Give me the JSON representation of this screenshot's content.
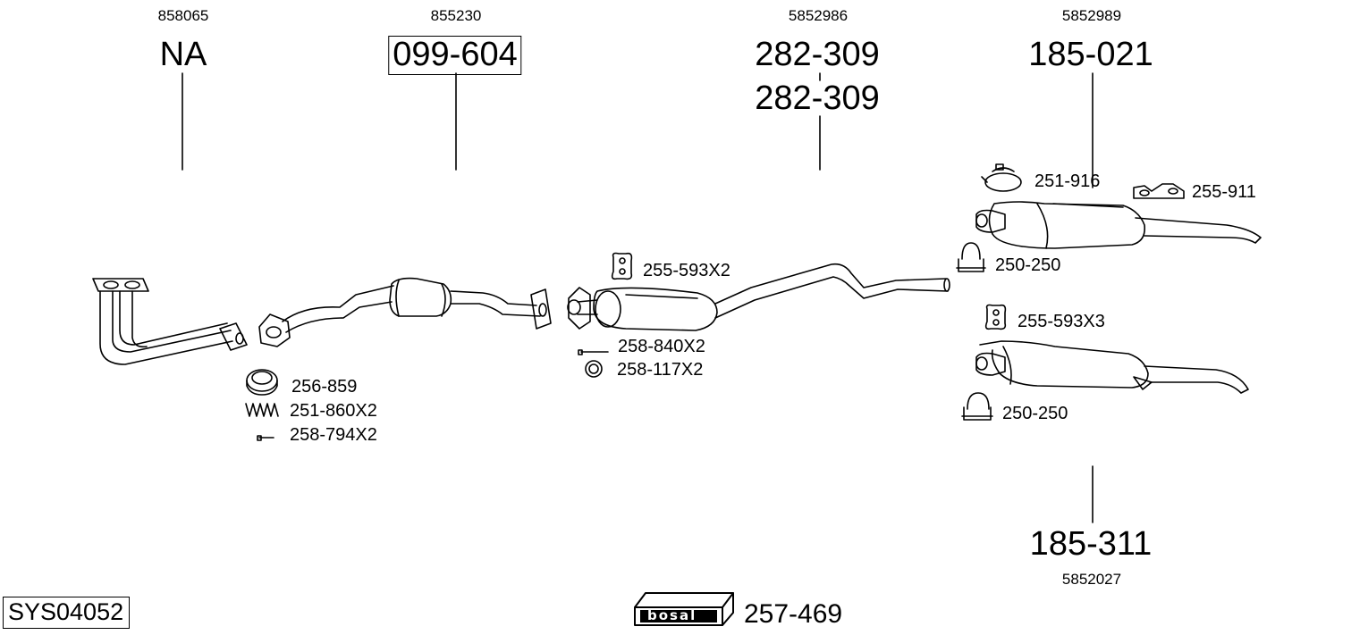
{
  "oe_numbers": {
    "downpipe": "858065",
    "catalyst": "855230",
    "middle": "5852986",
    "rear_upper": "5852989",
    "rear_lower": "5852027"
  },
  "part_numbers": {
    "downpipe": "NA",
    "catalyst": "099-604",
    "middle_a": "282-309",
    "middle_b": "282-309",
    "rear_upper": "185-021",
    "rear_lower": "185-311"
  },
  "accessories": {
    "gasket": "256-859",
    "spring": "251-860X2",
    "bolt_front": "258-794X2",
    "rubber_mid": "255-593X2",
    "bolt_mid": "258-840X2",
    "ring_mid": "258-117X2",
    "clamp_upper": "251-916",
    "bracket_upper": "255-911",
    "clip_upper": "250-250",
    "rubber_lower": "255-593X3",
    "clip_lower": "250-250"
  },
  "system_code": "SYS04052",
  "brand": {
    "logo_text": "bosal",
    "kit_number": "257-469"
  }
}
